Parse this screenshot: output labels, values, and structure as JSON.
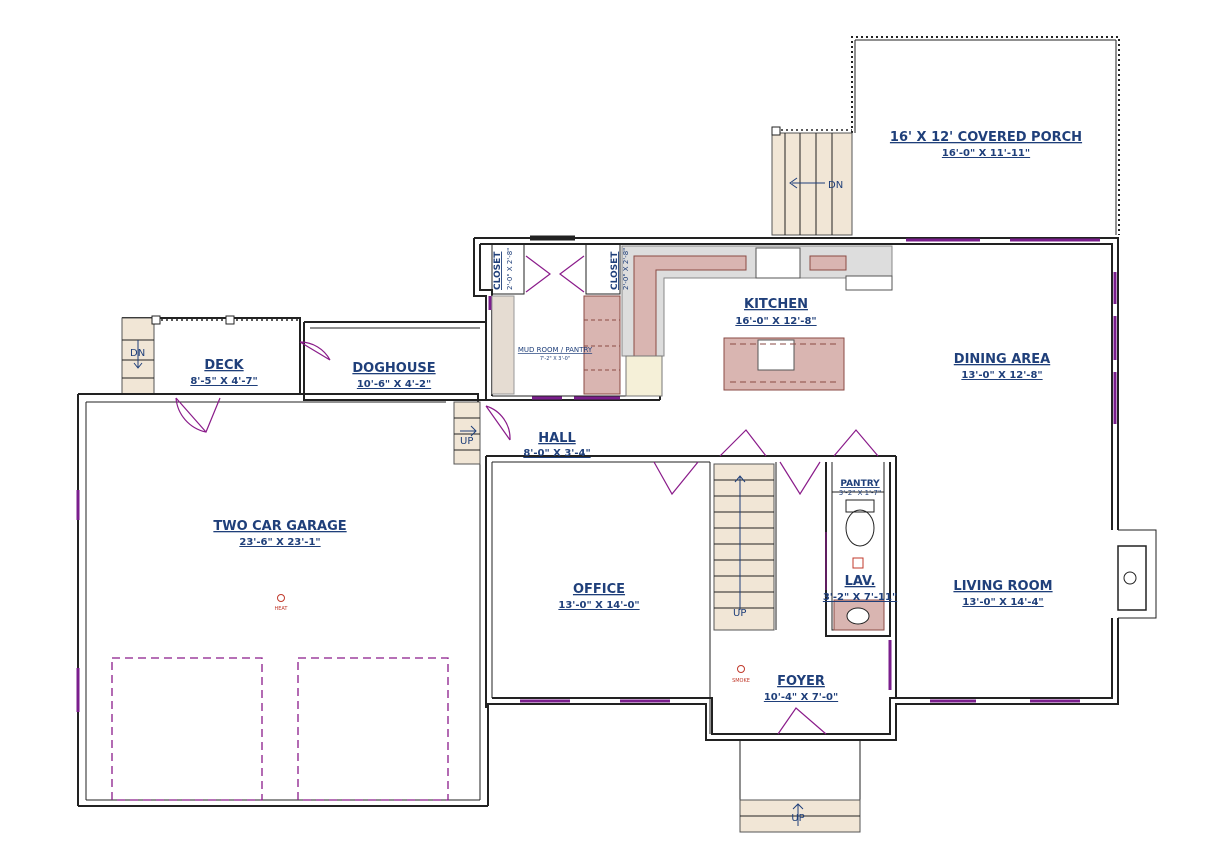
{
  "rooms": {
    "porch": {
      "name": "16' X 12' COVERED PORCH",
      "dim": "16'-0\" X 11'-11\""
    },
    "kitchen": {
      "name": "KITCHEN",
      "dim": "16'-0\" X 12'-8\""
    },
    "dining": {
      "name": "DINING AREA",
      "dim": "13'-0\" X 12'-8\""
    },
    "deck": {
      "name": "DECK",
      "dim": "8'-5\" X 4'-7\""
    },
    "doghouse": {
      "name": "DOGHOUSE",
      "dim": "10'-6\" X 4'-2\""
    },
    "mudroom": {
      "name": "MUD ROOM / PANTRY",
      "dim": "7'-2\" X 3'-0\""
    },
    "closet1": {
      "name": "CLOSET",
      "dim": "2'-0\" X 2'-8\""
    },
    "closet2": {
      "name": "CLOSET",
      "dim": "2'-0\" X 2'-8\""
    },
    "hall": {
      "name": "HALL",
      "dim": "8'-0\" X 3'-4\""
    },
    "garage": {
      "name": "TWO CAR GARAGE",
      "dim": "23'-6\" X 23'-1\""
    },
    "office": {
      "name": "OFFICE",
      "dim": "13'-0\" X 14'-0\""
    },
    "pantry": {
      "name": "PANTRY",
      "dim": "3'-2\" X 1'-7\""
    },
    "lav": {
      "name": "LAV.",
      "dim": "3'-2\" X 7'-11\""
    },
    "living": {
      "name": "LIVING ROOM",
      "dim": "13'-0\" X 14'-4\""
    },
    "foyer": {
      "name": "FOYER",
      "dim": "10'-4\" X 7'-0\""
    }
  },
  "labels": {
    "dn_porch": "DN",
    "dn_deck": "DN",
    "up_hall": "UP",
    "up_stair": "UP",
    "up_front": "UP",
    "heat": "HEAT",
    "smoke": "SMOKE"
  },
  "colors": {
    "text": "#1f3f7a",
    "door": "#8a1b8a",
    "stairs": "#f1e6d6",
    "cabinet": "#d9b5b1",
    "counter": "#dddddd",
    "wall": "#222222"
  }
}
